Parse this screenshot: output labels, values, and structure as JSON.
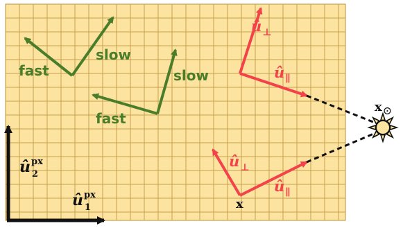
{
  "colors": {
    "sensor_fill": "#fce3a0",
    "grid_line": "#c7a14c",
    "green_arrow": "#4a7d2a",
    "red_arrow": "#f2434a",
    "black": "#111111"
  },
  "labels": {
    "fast_1": "fast",
    "slow_1": "slow",
    "slow_2": "slow",
    "fast_2": "fast",
    "u_perp_1": "û",
    "u_perp_1_sub": "⊥",
    "u_par_1": "û",
    "u_par_1_sub": "∥",
    "u_perp_2": "û",
    "u_perp_2_sub": "⊥",
    "u_par_2": "û",
    "u_par_2_sub": "∥",
    "pixel_u2": "û",
    "pixel_u2_sup": "px",
    "pixel_u2_sub": "2",
    "pixel_u1": "û",
    "pixel_u1_sup": "px",
    "pixel_u1_sub": "1",
    "light_source": "x",
    "light_source_sub": "⊙",
    "point_x": "x"
  },
  "icons": {
    "light_source": "sun-icon"
  }
}
